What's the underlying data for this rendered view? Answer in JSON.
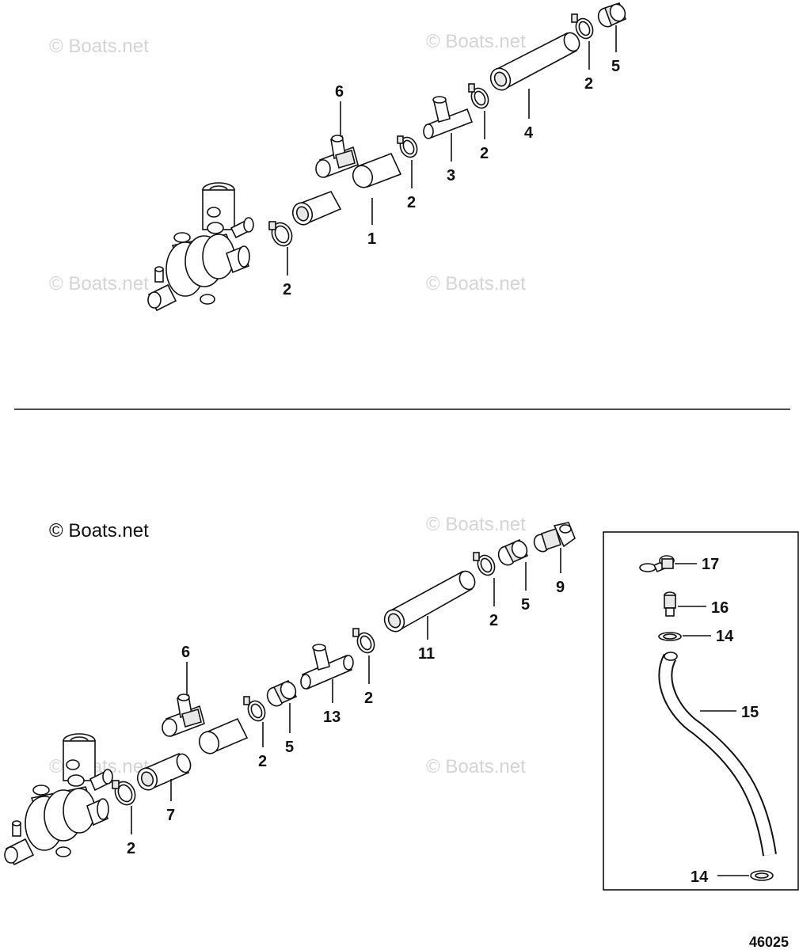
{
  "watermarks": {
    "top_left": "© Boats.net",
    "top_right": "© Boats.net",
    "upper_mid_left": "© Boats.net",
    "upper_mid_right": "© Boats.net",
    "lower_left": "© Boats.net",
    "lower_right_top": "© Boats.net",
    "lower_mid_left": "© Boats.net",
    "lower_mid_right": "© Boats.net"
  },
  "figure_number": "46025",
  "upper_callouts": {
    "c1": "1",
    "c2a": "2",
    "c2b": "2",
    "c2c": "2",
    "c2d": "2",
    "c3": "3",
    "c4": "4",
    "c5": "5",
    "c6": "6"
  },
  "lower_callouts": {
    "c2a": "2",
    "c2b": "2",
    "c2c": "2",
    "c2d": "2",
    "c5a": "5",
    "c5b": "5",
    "c6": "6",
    "c7": "7",
    "c9": "9",
    "c11": "11",
    "c13": "13"
  },
  "inset_callouts": {
    "c14a": "14",
    "c14b": "14",
    "c15": "15",
    "c16": "16",
    "c17": "17"
  }
}
